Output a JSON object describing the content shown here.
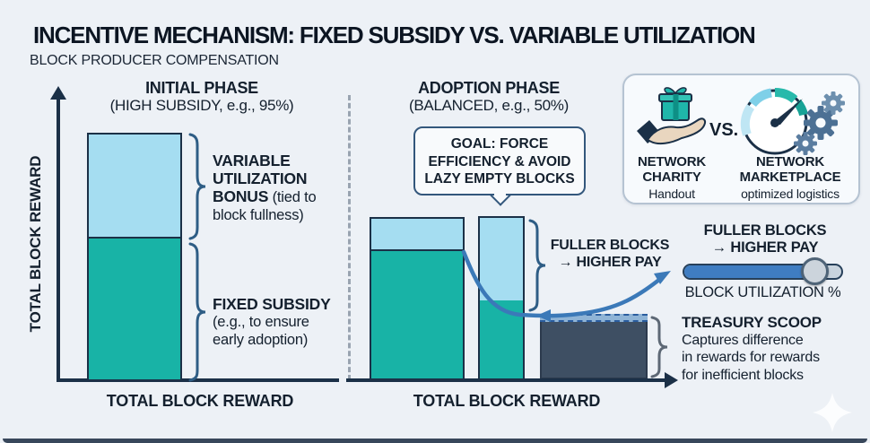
{
  "title": "INCENTIVE MECHANISM: FIXED SUBSIDY VS. VARIABLE UTILIZATION",
  "subtitle": "BLOCK PRODUCER COMPENSATION",
  "colors": {
    "background": "#edf1f6",
    "teal": "#18b3a6",
    "light_blue": "#a5ddf1",
    "navy": "#1b3047",
    "dark_bar": "#3e4f63",
    "curve_blue": "#3b79b8",
    "slider_fill": "#3f7dc2"
  },
  "left_chart": {
    "phase": "INITIAL PHASE",
    "phase_detail": "(HIGH SUBSIDY, e.g., 95%)",
    "y_axis": "TOTAL BLOCK REWARD",
    "x_axis": "TOTAL BLOCK REWARD",
    "variable_bonus": {
      "l1": "VARIABLE",
      "l2": "UTILIZATION",
      "l3_bold": "BONUS",
      "l3_rest": " (tied to",
      "l4": "block fullness)"
    },
    "fixed_subsidy": {
      "l1": "FIXED SUBSIDY",
      "l2": "(e.g., to ensure",
      "l3": "early adoption)"
    }
  },
  "right_chart": {
    "phase": "ADOPTION PHASE",
    "phase_detail": "(BALANCED, e.g., 50%)",
    "goal": {
      "l1": "GOAL: FORCE",
      "l2": "EFFICIENCY & AVOID",
      "l3": "LAZY EMPTY BLOCKS"
    },
    "fuller": {
      "l1": "FULLER BLOCKS",
      "l2": "→ HIGHER PAY"
    },
    "x_axis": "TOTAL BLOCK REWARD",
    "treasury": {
      "title": "TREASURY SCOOP",
      "l1": "Captures difference",
      "l2": "in rewards for rewards",
      "l3": "for inefficient blocks"
    }
  },
  "comparison_panel": {
    "vs": "VS.",
    "charity": {
      "l1": "NETWORK",
      "l2": "CHARITY",
      "caption": "Handout"
    },
    "marketplace": {
      "l1": "NETWORK",
      "l2": "MARKETPLACE",
      "caption": "optimized logistics"
    }
  },
  "utilization_slider": {
    "label_l1": "FULLER BLOCKS",
    "label_l2": "→ HIGHER PAY",
    "caption": "BLOCK UTILIZATION %",
    "value_pct": 82
  },
  "diagram_data": {
    "type": "diagram-bars",
    "initial_phase_bar": {
      "segments": [
        {
          "name": "variable utilization bonus",
          "fraction": 0.43
        },
        {
          "name": "fixed subsidy",
          "fraction": 0.57
        }
      ],
      "subsidy_pct_label": 95
    },
    "adoption_phase_bars": [
      {
        "name": "full block",
        "segments": [
          {
            "name": "variable bonus",
            "fraction": 0.21
          },
          {
            "name": "fixed subsidy",
            "fraction": 0.79
          }
        ]
      },
      {
        "name": "lazy block",
        "segments": [
          {
            "name": "variable bonus",
            "fraction": 0.51
          },
          {
            "name": "fixed subsidy",
            "fraction": 0.49
          }
        ]
      },
      {
        "name": "treasury scoop",
        "segments": [
          {
            "name": "scooped reward",
            "fraction": 0.39
          }
        ]
      }
    ],
    "balance_pct_label": 50
  }
}
